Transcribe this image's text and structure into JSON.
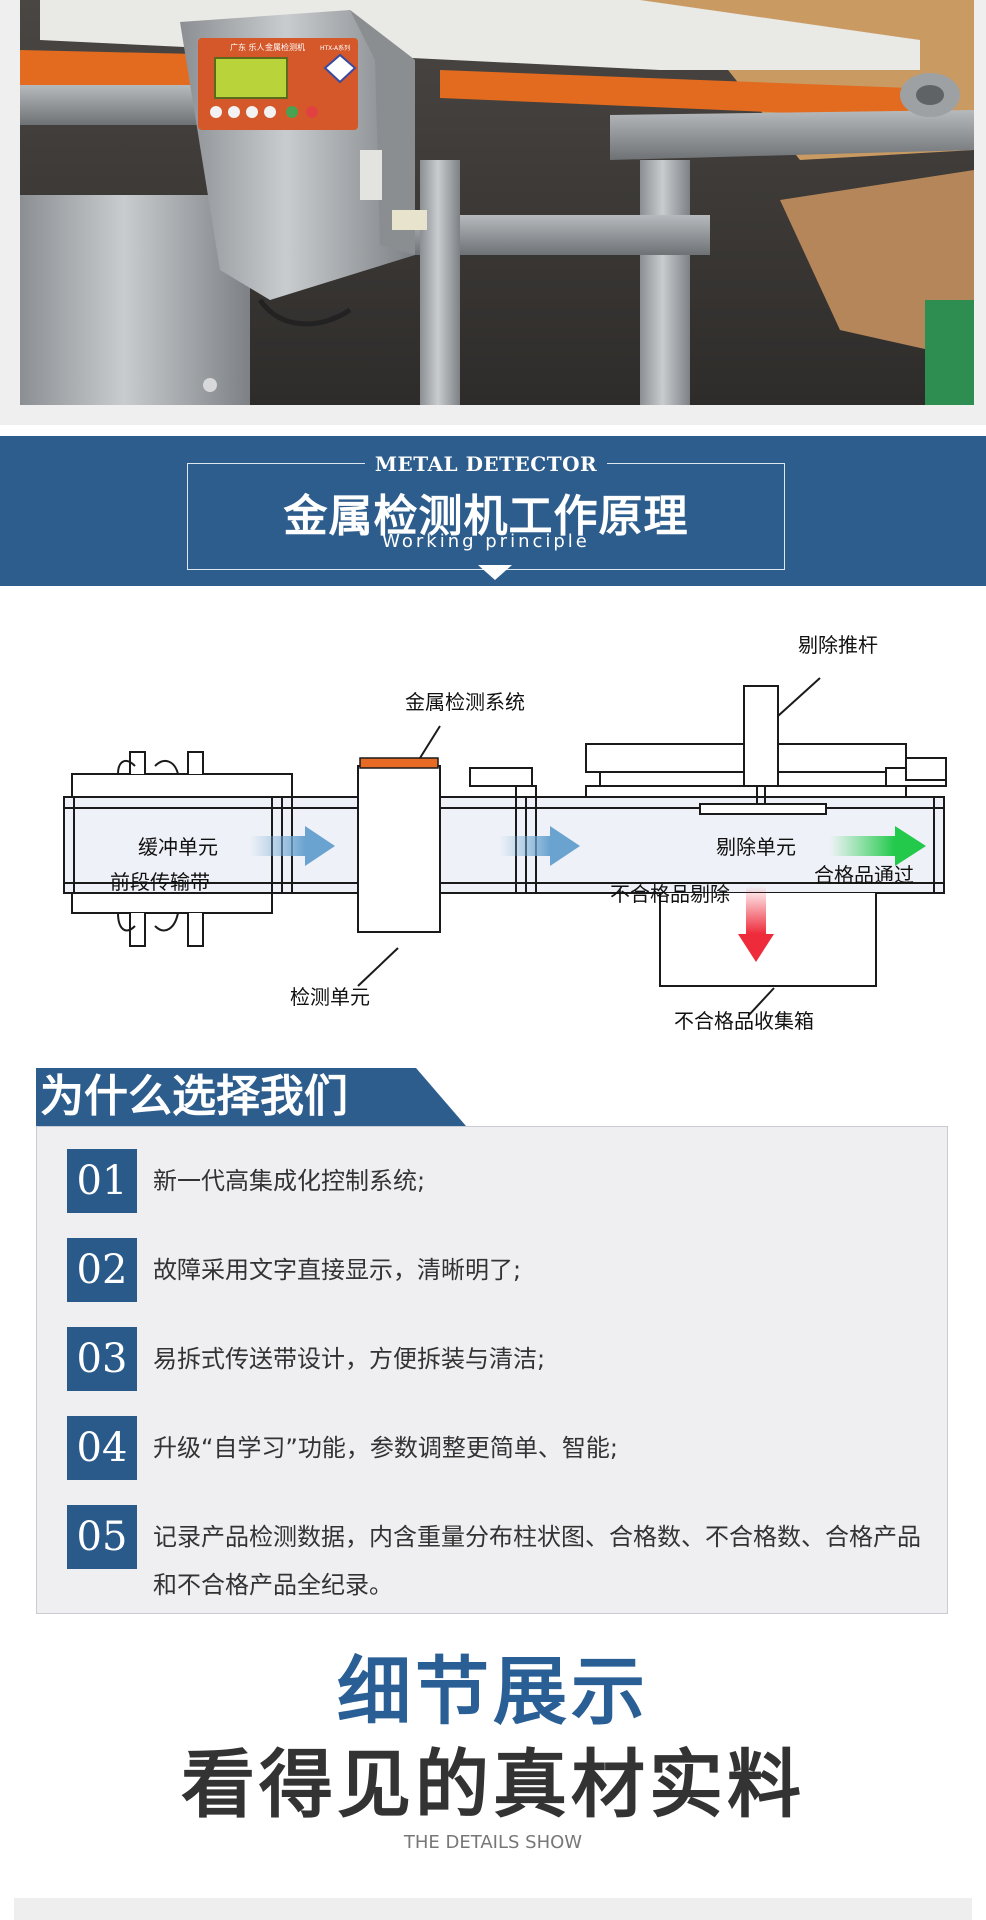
{
  "photo": {
    "panel_brand": "广东 乐人",
    "panel_title": "金属检测机",
    "panel_model": "HTX-A系列"
  },
  "banner": {
    "en_title": "METAL DETECTOR",
    "title": "金属检测机工作原理",
    "subtitle": "Working principle"
  },
  "diagram": {
    "labels": {
      "detection_system": "金属检测系统",
      "reject_pusher": "剔除推杆",
      "buffer_unit": "缓冲单元",
      "front_conveyor": "前段传输带",
      "reject_unit": "剔除单元",
      "pass": "合格品通过",
      "reject_out": "不合格品剔除",
      "detection_unit": "检测单元",
      "reject_bin": "不合格品收集箱"
    },
    "colors": {
      "blue_arrow": "#7fb2da",
      "green_arrow": "#2fd257",
      "red_arrow": "#ee2b3b",
      "orange_cap": "#e76a25"
    }
  },
  "why": {
    "title": "为什么选择我们",
    "items": [
      {
        "num": "01",
        "text": "新一代高集成化控制系统;"
      },
      {
        "num": "02",
        "text": "故障采用文字直接显示，清晰明了;"
      },
      {
        "num": "03",
        "text": "易拆式传送带设计，方便拆装与清洁;"
      },
      {
        "num": "04",
        "text": "升级“自学习”功能，参数调整更简单、智能;"
      },
      {
        "num": "05",
        "text": "记录产品检测数据，内含重量分布柱状图、合格数、不合格数、合格产品和不合格产品全纪录。"
      }
    ]
  },
  "details": {
    "title": "细节展示",
    "subtitle": "看得见的真材实料",
    "en": "THE DETAILS SHOW"
  },
  "theme": {
    "primary": "#2d5d8d",
    "panel_bg": "#efeff1"
  }
}
